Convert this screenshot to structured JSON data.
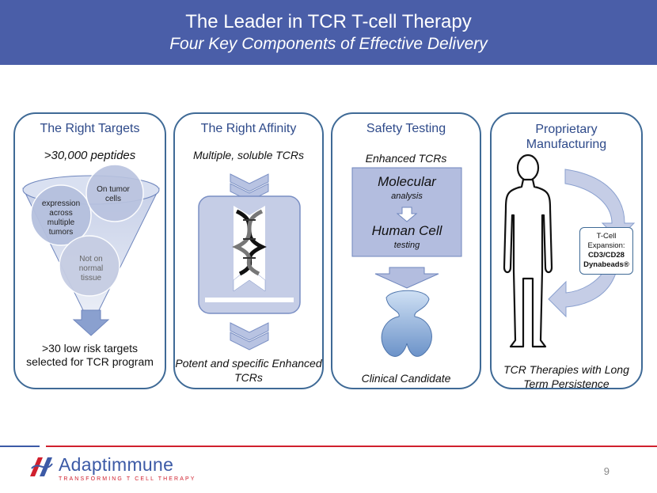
{
  "header": {
    "title": "The Leader in TCR T-cell Therapy",
    "subtitle": "Four Key Components of Effective Delivery"
  },
  "panels": {
    "targets": {
      "title": "The Right Targets",
      "top_text": ">30,000 peptides",
      "circle_tumor": "On tumor cells",
      "circle_expression": "expression across multiple tumors",
      "circle_normal": "Not on normal tissue",
      "bottom_text": ">30 low risk targets selected for TCR program"
    },
    "affinity": {
      "title": "The Right Affinity",
      "top_text": "Multiple, soluble TCRs",
      "bottom_text": "Potent and specific Enhanced TCRs"
    },
    "safety": {
      "title": "Safety Testing",
      "top_text": "Enhanced TCRs",
      "molecular": "Molecular",
      "analysis": "analysis",
      "human_cell": "Human Cell",
      "testing": "testing",
      "bottom_text": "Clinical Candidate"
    },
    "manufacturing": {
      "title": "Proprietary Manufacturing",
      "expansion_label": "T-Cell Expansion:",
      "expansion_bold": "CD3/CD28 Dynabeads®",
      "bottom_text": "TCR Therapies with Long Term Persistence"
    }
  },
  "footer": {
    "brand": "Adaptimmune",
    "tagline": "TRANSFORMING T CELL THERAPY",
    "page_number": "9"
  },
  "colors": {
    "header_bg": "#4a5ea8",
    "panel_border": "#3f6a96",
    "panel_title": "#2e4a8a",
    "footer_blue": "#3c5aa6",
    "footer_red": "#d0202e"
  }
}
